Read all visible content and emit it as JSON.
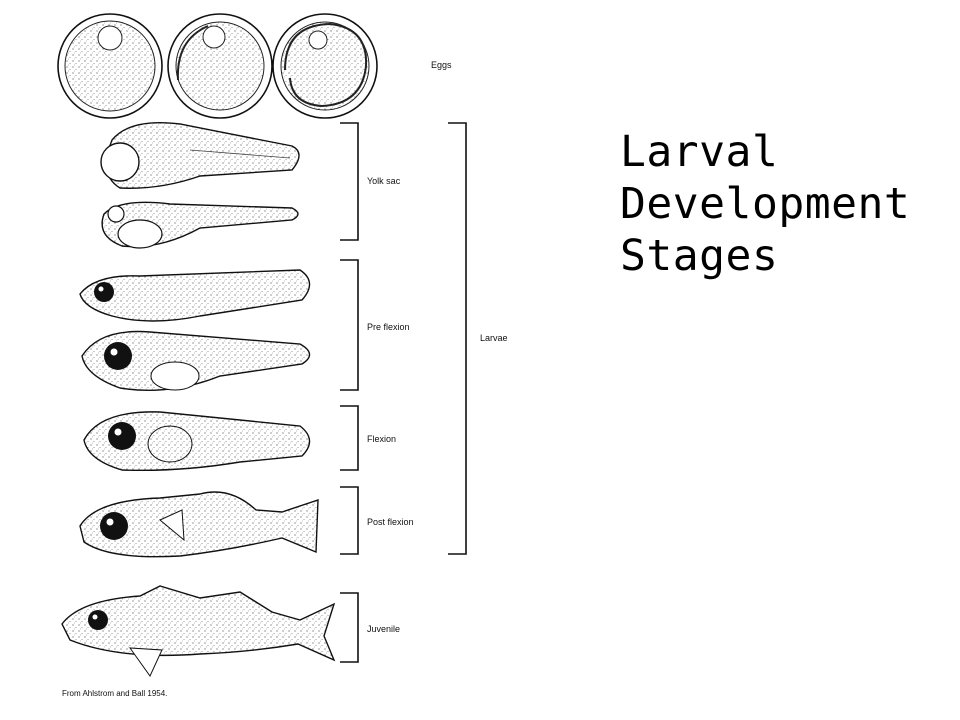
{
  "title_lines": [
    "Larval",
    "Development",
    "Stages"
  ],
  "stages": {
    "eggs": "Eggs",
    "yolk_sac": "Yolk sac",
    "pre_flexion": "Pre flexion",
    "flexion": "Flexion",
    "post_flexion": "Post flexion",
    "juvenile": "Juvenile",
    "larvae": "Larvae"
  },
  "source": "From Ahlstrom and Ball 1954."
}
